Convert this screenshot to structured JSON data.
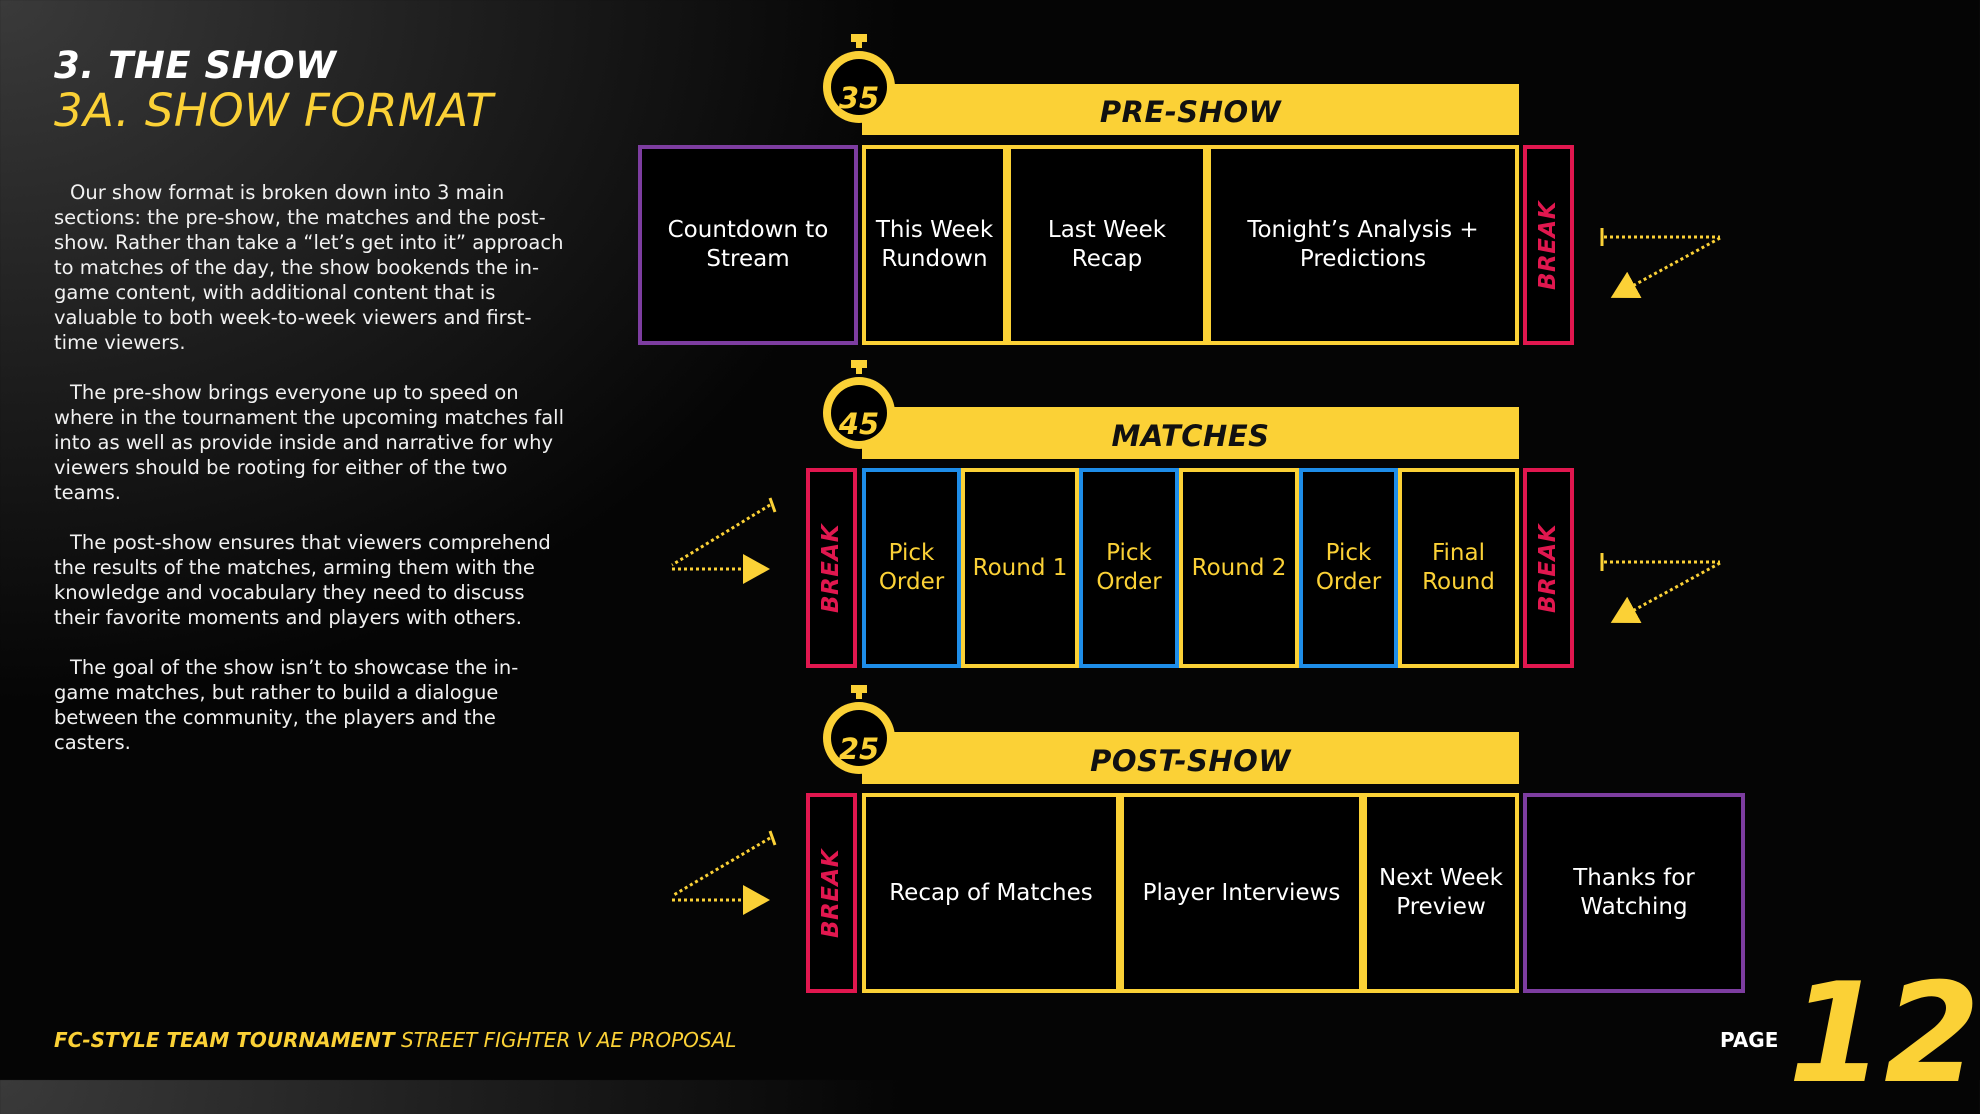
{
  "header": {
    "title": "3. THE SHOW",
    "subtitle": "3A. SHOW FORMAT"
  },
  "intro": {
    "paragraphs": [
      "Our show format is broken down into 3 main sections: the pre-show, the matches and the post-show. Rather than take a “let’s get into it” approach to matches of the day, the show bookends the in-game content, with additional content that is valuable to both week-to-week viewers and first-time viewers.",
      "The pre-show brings everyone up to speed on where in the tournament the upcoming matches fall into as well as provide inside and narrative for why viewers should be rooting for either of the two teams.",
      "The post-show ensures that viewers comprehend the results of the matches, arming them with the knowledge and vocabulary they need to discuss their favorite moments and players with others.",
      "The goal of the show isn’t to showcase the in-game matches, but rather to build a dialogue between the community, the players and the casters."
    ]
  },
  "sections": {
    "preshow": {
      "timer": "35",
      "title": "PRE-SHOW",
      "blocks": [
        "Countdown to Stream",
        "This Week Rundown",
        "Last Week Recap",
        "Tonight’s Analysis + Predictions"
      ],
      "break": "BREAK"
    },
    "matches": {
      "timer": "45",
      "title": "MATCHES",
      "break_left": "BREAK",
      "blocks": [
        "Pick Order",
        "Round 1",
        "Pick Order",
        "Round 2",
        "Pick Order",
        "Final Round"
      ],
      "break_right": "BREAK"
    },
    "postshow": {
      "timer": "25",
      "title": "POST-SHOW",
      "break": "BREAK",
      "blocks": [
        "Recap of Matches",
        "Player Interviews",
        "Next Week Preview",
        "Thanks for Watching"
      ]
    }
  },
  "colors": {
    "accent": "#fbd136",
    "break": "#e1174f",
    "purple": "#7d3da0",
    "blue": "#1e8de8"
  },
  "footer": {
    "bold": "FC-STYLE TEAM TOURNAMENT",
    "normal": " STREET FIGHTER V AE PROPOSAL",
    "page_label": "PAGE",
    "page_number": "12"
  }
}
